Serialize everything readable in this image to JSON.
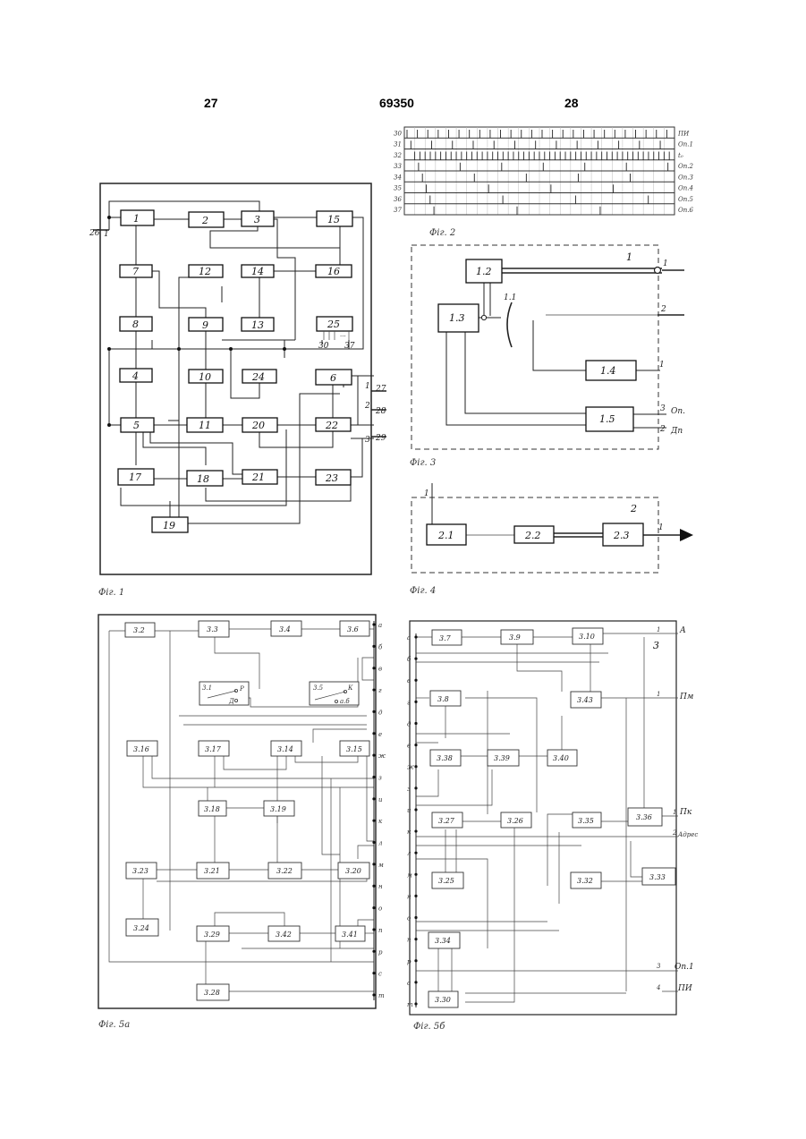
{
  "header": {
    "left_page": "27",
    "patent_number": "69350",
    "right_page": "28"
  },
  "fig1": {
    "caption": "Фіг. 1",
    "blocks": [
      "1",
      "2",
      "3",
      "15",
      "7",
      "12",
      "14",
      "16",
      "8",
      "9",
      "13",
      "25",
      "4",
      "10",
      "24",
      "6",
      "5",
      "11",
      "20",
      "22",
      "17",
      "18",
      "21",
      "23",
      "19"
    ],
    "inputs": [
      "26",
      "1"
    ],
    "outputs": [
      "1",
      "2",
      "3",
      "27",
      "28",
      "29"
    ],
    "bus_labels": [
      "30",
      "37"
    ]
  },
  "fig2": {
    "caption": "Фіг. 2",
    "rows": [
      {
        "num": "30",
        "label": "ПИ"
      },
      {
        "num": "31",
        "label": "Оп.1"
      },
      {
        "num": "32",
        "label": "t₀"
      },
      {
        "num": "33",
        "label": "Оп.2"
      },
      {
        "num": "34",
        "label": "Оп.3"
      },
      {
        "num": "35",
        "label": "Оп.4"
      },
      {
        "num": "36",
        "label": "Оп.5"
      },
      {
        "num": "37",
        "label": "Оп.6"
      }
    ]
  },
  "fig3": {
    "caption": "Фіг. 3",
    "unit": "1",
    "blocks": [
      "1.2",
      "1.3",
      "1.4",
      "1.5"
    ],
    "element": "1.1",
    "pins": [
      "1",
      "2",
      "1",
      "3",
      "2"
    ],
    "signals": [
      "Оп.",
      "Дп"
    ]
  },
  "fig4": {
    "caption": "Фіг. 4",
    "unit": "2",
    "blocks": [
      "2.1",
      "2.2",
      "2.3"
    ],
    "pins": [
      "1",
      "1"
    ]
  },
  "fig5a": {
    "caption": "Фіг. 5а",
    "blocks": [
      "3.2",
      "3.3",
      "3.4",
      "3.6",
      "3.16",
      "3.17",
      "3.14",
      "3.15",
      "3.18",
      "3.19",
      "3.23",
      "3.21",
      "3.22",
      "3.20",
      "3.24",
      "3.29",
      "3.42",
      "3.41",
      "3.28"
    ],
    "switches": [
      {
        "id": "3.1",
        "labels": [
          "P",
          "Д"
        ]
      },
      {
        "id": "3.5",
        "labels": [
          "К",
          "а.б"
        ]
      }
    ],
    "right_pins": [
      "а",
      "б",
      "в",
      "г",
      "д",
      "е",
      "ж",
      "з",
      "и",
      "к",
      "л",
      "м",
      "н",
      "о",
      "п",
      "р",
      "с",
      "т"
    ]
  },
  "fig5b": {
    "caption": "Фіг. 5б",
    "unit": "3",
    "blocks": [
      "3.7",
      "3.9",
      "3.10",
      "3.43",
      "3.8",
      "3.38",
      "3.39",
      "3.40",
      "3.27",
      "3.26",
      "3.35",
      "3.36",
      "3.25",
      "3.32",
      "3.33",
      "3.34",
      "3.30"
    ],
    "left_pins": [
      "а",
      "б",
      "в",
      "г",
      "д",
      "е",
      "ж",
      "з",
      "и",
      "к",
      "л",
      "м",
      "н",
      "о",
      "п",
      "р",
      "с",
      "т"
    ],
    "outputs": [
      {
        "pin": "1",
        "label": "А"
      },
      {
        "pin": "1",
        "label": "Пм"
      },
      {
        "pin": "1",
        "label": "Пк"
      },
      {
        "pin": "2",
        "label": "Адрес"
      },
      {
        "pin": "3",
        "label": "Оп.1"
      },
      {
        "pin": "4",
        "label": "ПИ"
      }
    ]
  }
}
